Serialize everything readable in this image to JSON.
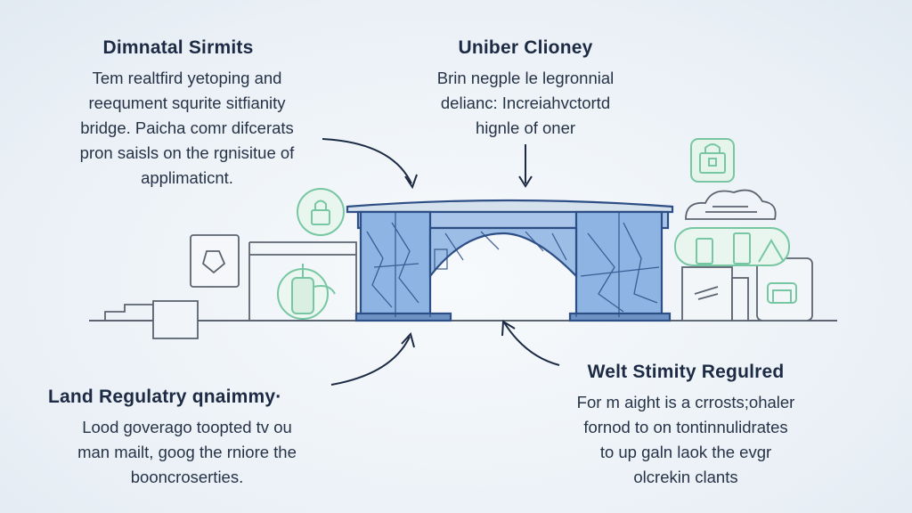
{
  "blocks": {
    "top_left": {
      "title": "Dimnatal Sirmits",
      "lines": [
        "Tem realtfird yetoping and",
        "reequment squrite sitfianity",
        "bridge. Paicha comr difcerats",
        "pron saisls on the rgnisitue of",
        "applimaticnt."
      ]
    },
    "top_middle": {
      "title": "Uniber Clioney",
      "lines": [
        "Brin negple le legronnial",
        "delianc: Increiahvctortd",
        "hignle of oner"
      ]
    },
    "bottom_left": {
      "title": "Land Regulatry qnaimmy·",
      "lines": [
        "Lood goverago toopted tv ou",
        "man mailt, goog the rniore the",
        "booncroserties."
      ]
    },
    "bottom_right": {
      "title": "Welt Stimity Regulred",
      "lines": [
        "For m aight is a crrosts;ohaler",
        "fornod to on tontinnulidrates",
        "to up galn laok the evgr",
        "olcrekin clants"
      ]
    }
  },
  "colors": {
    "bridge_fill": "#8db4e2",
    "bridge_stroke": "#2d4f86",
    "accent_green": "#76c7a2",
    "line_gray": "#5b6470",
    "arrow": "#1c2a44"
  },
  "icons": [
    "lock-icon",
    "shield-icon",
    "cloud-icon",
    "document-icon",
    "gear-icon",
    "plug-icon"
  ]
}
